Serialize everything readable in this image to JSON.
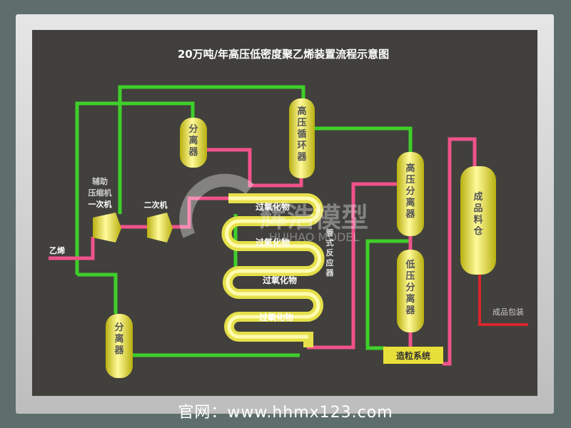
{
  "title": "20万吨/年高压低密度聚乙烯装置流程示意图",
  "labels": {
    "separator_top": "分离器",
    "hp_circulator": "高压循环器",
    "hp_separator": "高压分离器",
    "lp_separator": "低压分离器",
    "product_bin": "成品料仓",
    "separator_bottom": "分离器",
    "aux_compressor": [
      "辅助",
      "压缩机",
      "一次机"
    ],
    "secondary_compressor": "二次机",
    "ethylene": "乙烯",
    "peroxide": [
      "过氧化物",
      "过氧化物",
      "过氧化物",
      "过氧化物"
    ],
    "tubular_reactor": "管式反应器",
    "granulation": "造粒系统",
    "packaging": "成品包装"
  },
  "watermark": {
    "cn": "辉浩模型",
    "en": "HUIHAO MODEL"
  },
  "website": "官网：www.hhmx123.com",
  "colors": {
    "gas_line": "#3fcf2a",
    "product_line": "#f0528a",
    "finished_line": "#d8262e",
    "vessel": "#e8e03a",
    "board": "#41403c"
  }
}
